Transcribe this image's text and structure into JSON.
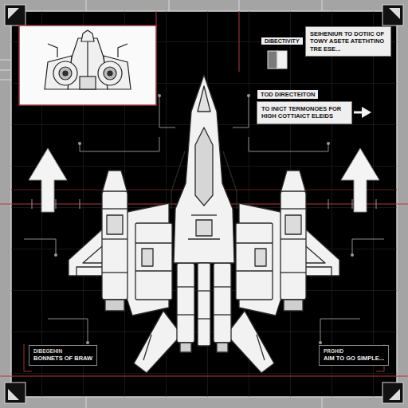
{
  "diagram": {
    "nodes": [
      {
        "text": [
          "SEIHENIUR TO DOTIIC OF TOWY ASETE ATETHTINO TRE ESE..."
        ]
      },
      {
        "text": [
          "TOD DIRECTEITON",
          "TO INICT TERMONOES FOR HIGH COTTIAICT ELEIDS"
        ]
      },
      {
        "text": [
          "DIBEGEHIN",
          "BONNETS OF BRAW"
        ]
      },
      {
        "text": [
          "PRGHID",
          "AIM TO GO SIMPLE..."
        ]
      }
    ],
    "labels": [
      "DIBECTIVITY"
    ]
  }
}
